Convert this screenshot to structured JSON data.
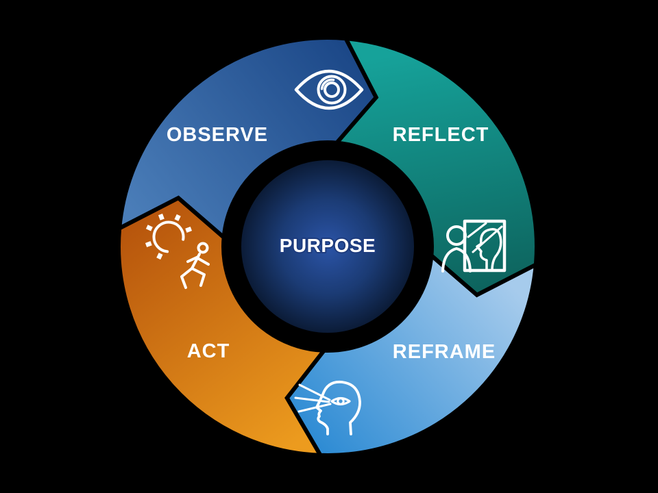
{
  "background_color": "#000000",
  "center": {
    "label": "PURPOSE",
    "gradient": [
      "#2B54A7",
      "#1B3B74",
      "#0B1B36"
    ]
  },
  "segments": {
    "observe": {
      "label": "OBSERVE",
      "icon": "eye-icon",
      "gradient": {
        "from": "#4A7DB8",
        "to": "#1C4888"
      }
    },
    "reflect": {
      "label": "REFLECT",
      "icon": "reflection-heads-icon",
      "gradient": {
        "from": "#16A29A",
        "to": "#0D635D"
      }
    },
    "reframe": {
      "label": "REFRAME",
      "icon": "head-with-eye-icon",
      "gradient": {
        "from": "#A6CBEC",
        "to": "#2F8CD4"
      }
    },
    "act": {
      "label": "ACT",
      "icon": "gear-runner-icon",
      "gradient": {
        "from": "#B6540C",
        "to": "#EC9B1E"
      }
    }
  },
  "styles": {
    "label_color": "#FFFFFF",
    "icon_stroke": "#FFFFFF",
    "segment_outline": "#000000",
    "purpose_text_outline": "#1E3C7E"
  }
}
